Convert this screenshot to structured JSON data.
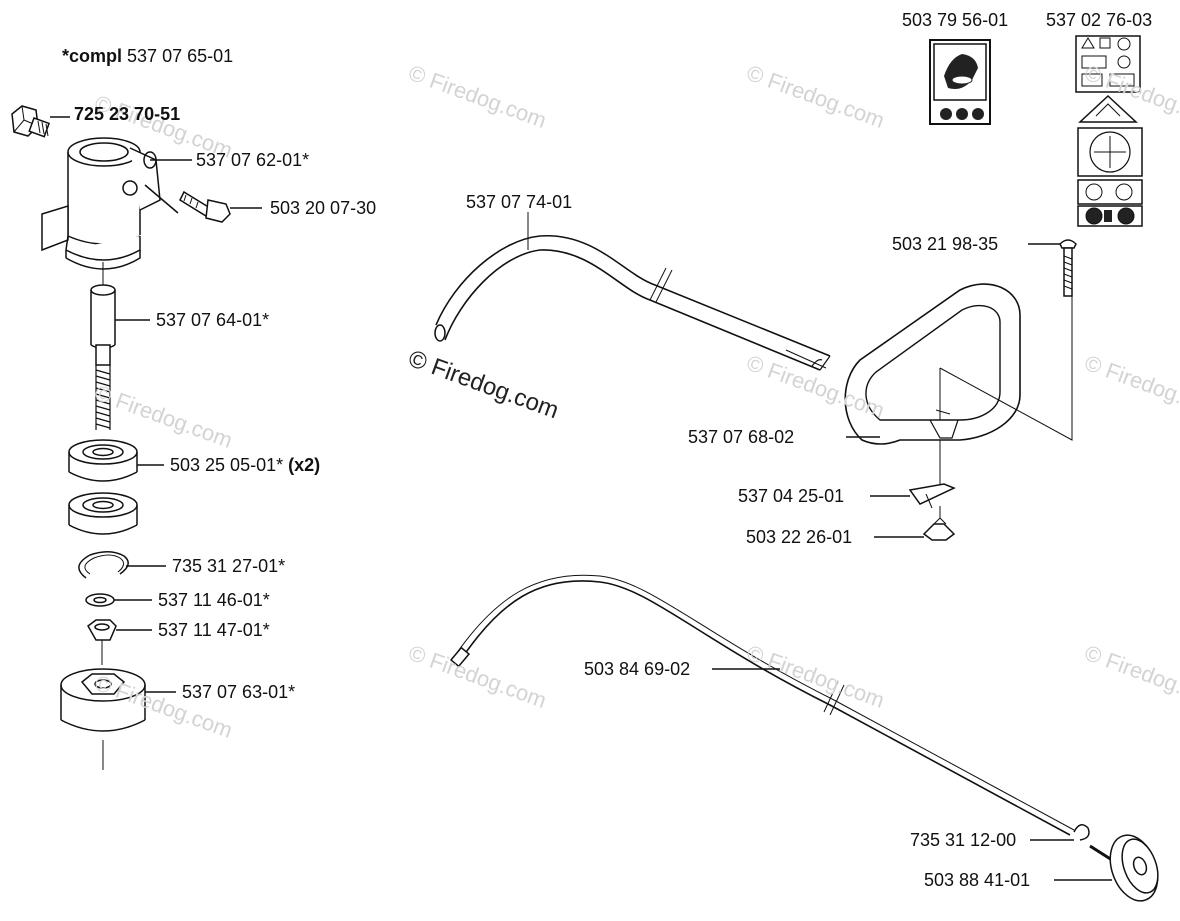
{
  "kit_note": {
    "prefix": "*compl",
    "number": "537 07 65-01"
  },
  "watermark": "© Firedog.com",
  "labels": {
    "bolt_top": "725 23 70-51",
    "clamp_screw": "537 07 62-01*",
    "bolt_side": "503 20 07-30",
    "spacer_tube": "537 07 64-01*",
    "bearing": "503 25 05-01*",
    "bearing_qty": "(x2)",
    "circlip": "735 31 27-01*",
    "washer": "537 11 46-01*",
    "nut": "537 11 47-01*",
    "drive_hub": "537 07 63-01*",
    "shaft_tube": "537 07 74-01",
    "decal_1": "503 79 56-01",
    "decal_2": "537 02 76-03",
    "carriage_bolt": "503 21 98-35",
    "loop_handle": "537 07 68-02",
    "handle_bracket": "537 04 25-01",
    "wing_nut": "503 22 26-01",
    "drive_shaft": "503 84 69-02",
    "shaft_circlip": "735 31 12-00",
    "shaft_hub": "503 88 41-01"
  }
}
